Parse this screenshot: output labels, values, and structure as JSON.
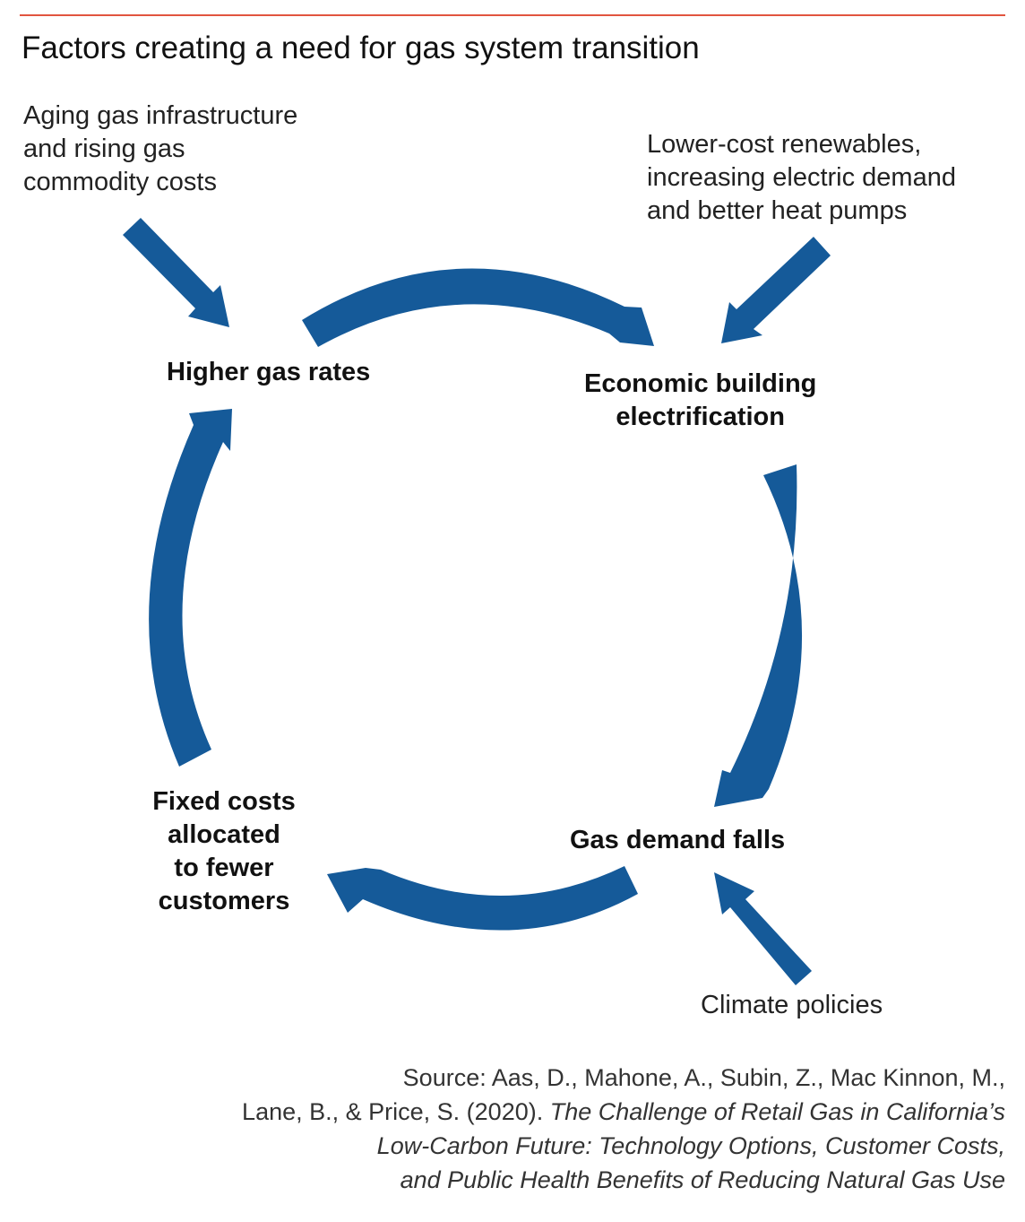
{
  "title": "Factors creating a need for gas system transition",
  "colors": {
    "arrow": "#155a99",
    "rule": "#e1553f"
  },
  "external_factors": {
    "aging": [
      "Aging gas infrastructure",
      "and rising gas",
      "commodity costs"
    ],
    "renewables": [
      "Lower-cost renewables,",
      "increasing electric demand",
      "and better heat pumps"
    ],
    "climate": [
      "Climate policies"
    ]
  },
  "cycle_nodes": {
    "rates": [
      "Higher gas rates"
    ],
    "electrification": [
      "Economic building",
      "electrification"
    ],
    "demand": [
      "Gas demand falls"
    ],
    "fixed": [
      "Fixed costs",
      "allocated",
      "to fewer",
      "customers"
    ]
  },
  "source": {
    "line1": "Source: Aas, D., Mahone, A., Subin, Z., Mac Kinnon, M.,",
    "line2_plain": "Lane, B., & Price, S. (2020). ",
    "line2_italic": "The Challenge of Retail Gas in California’s",
    "line3": "Low-Carbon Future: Technology Options, Customer Costs,",
    "line4": "and Public Health Benefits of Reducing Natural Gas Use"
  }
}
